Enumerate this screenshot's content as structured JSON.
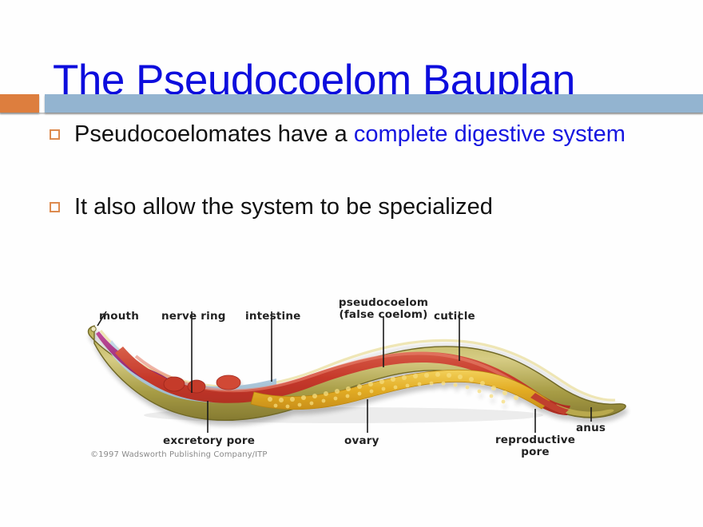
{
  "slide": {
    "title": "The Pseudocoelom Bauplan",
    "title_color": "#0d0ddd",
    "accent_color": "#dd7e3e",
    "bar_color": "#93b4d0",
    "bullet_marker_color": "#dd8b4f",
    "background": "#ffffff"
  },
  "bullets": [
    {
      "marker": "hollow-square",
      "text_black": "Pseudocoelomates have a ",
      "text_blue": "complete digestive system"
    },
    {
      "marker": "hollow-square",
      "text_black": "It also allow the system to be specialized",
      "text_blue": ""
    }
  ],
  "figure": {
    "caption": "©1997 Wadsworth Publishing Company/ITP",
    "labels_top": [
      {
        "id": "mouth",
        "text": "mouth"
      },
      {
        "id": "nerve-ring",
        "text": "nerve ring"
      },
      {
        "id": "intestine",
        "text": "intestine"
      },
      {
        "id": "pseudocoelom",
        "text": "pseudocoelom",
        "text2": "(false coelom)"
      },
      {
        "id": "cuticle",
        "text": "cuticle"
      }
    ],
    "labels_bottom": [
      {
        "id": "excretory-pore",
        "text": "excretory pore"
      },
      {
        "id": "ovary",
        "text": "ovary"
      },
      {
        "id": "reproductive-pore",
        "text": "reproductive",
        "text2": "pore"
      },
      {
        "id": "anus",
        "text": "anus"
      }
    ],
    "colors": {
      "cuticle": "#9a9a3d",
      "cuticle_light": "#c9c06a",
      "body_wall": "#d8c87a",
      "intestine": "#c8402f",
      "intestine_light": "#d9604a",
      "pharynx": "#a6327f",
      "pseudocoelom": "#a8c6dd",
      "ovary": "#e5b02a",
      "ovary_light": "#f0cc55"
    }
  }
}
